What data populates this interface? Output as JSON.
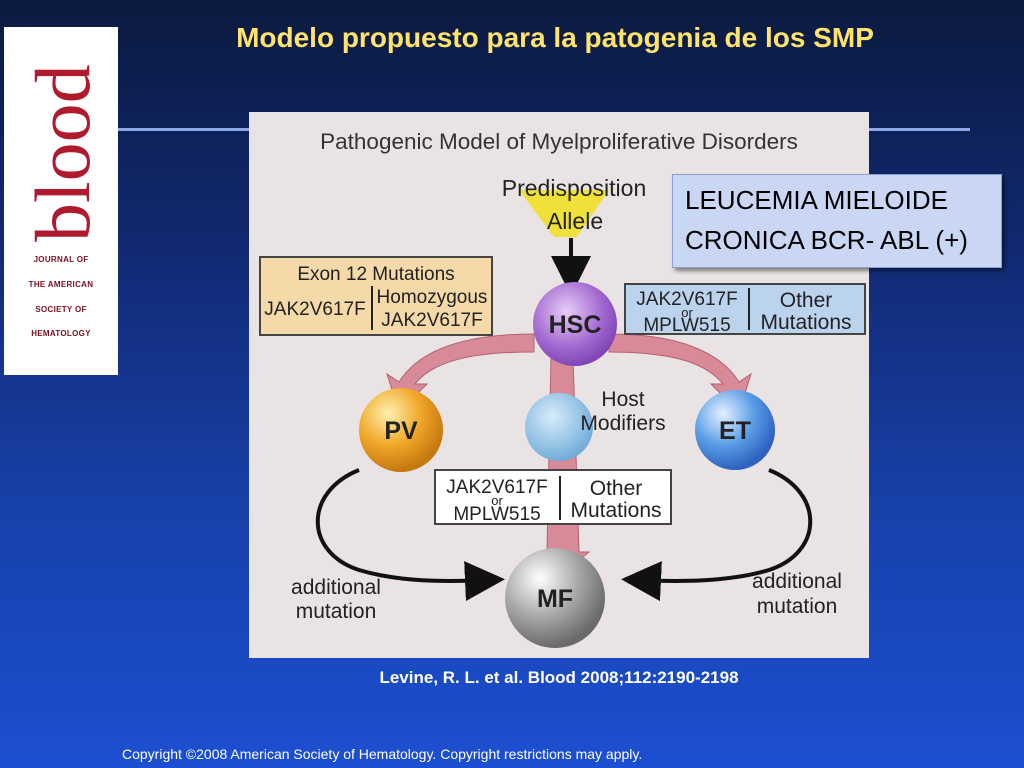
{
  "slide": {
    "title": "Modelo propuesto para la patogenia de los SMP",
    "citation": "Levine, R. L. et al. Blood 2008;112:2190-2198",
    "copyright": "Copyright ©2008 American Society of Hematology. Copyright restrictions may apply."
  },
  "logo": {
    "word": "blood",
    "lines": [
      "JOURNAL OF",
      "THE AMERICAN",
      "SOCIETY OF",
      "HEMATOLOGY"
    ],
    "color": "#b01a2e"
  },
  "callout": {
    "lines": [
      "LEUCEMIA MIELOIDE",
      "CRONICA BCR- ABL (+)"
    ]
  },
  "figure": {
    "title": "Pathogenic Model of Myelproliferative Disorders",
    "predisposition": [
      "Predisposition",
      "Allele"
    ],
    "cells": {
      "hsc": "HSC",
      "pv": "PV",
      "et": "ET",
      "mf": "MF"
    },
    "host_modifiers": [
      "Host",
      "Modifiers"
    ],
    "box_pv": {
      "header": "Exon 12 Mutations",
      "left": "JAK2V617F",
      "right": [
        "Homozygous",
        "JAK2V617F"
      ]
    },
    "box_et": {
      "left": [
        "JAK2V617F",
        "or",
        "MPLW515"
      ],
      "right": [
        "Other",
        "Mutations"
      ]
    },
    "box_mf": {
      "left": [
        "JAK2V617F",
        "or",
        "MPLW515"
      ],
      "right": [
        "Other",
        "Mutations"
      ]
    },
    "additional_left": [
      "additional",
      "mutation"
    ],
    "additional_right": [
      "additional",
      "mutation"
    ]
  },
  "colors": {
    "title_yellow": "#ffe36a",
    "hsc": "#9b5fc8",
    "pv": "#e9a020",
    "et": "#4a8de0",
    "mf": "#9a9a9a",
    "host": "#7ab6e0",
    "pink_arrow": "#d98c9a",
    "box_orange": "#f6d9a8",
    "box_blue": "#bcd3ee",
    "predisposition": "#f0e030"
  }
}
